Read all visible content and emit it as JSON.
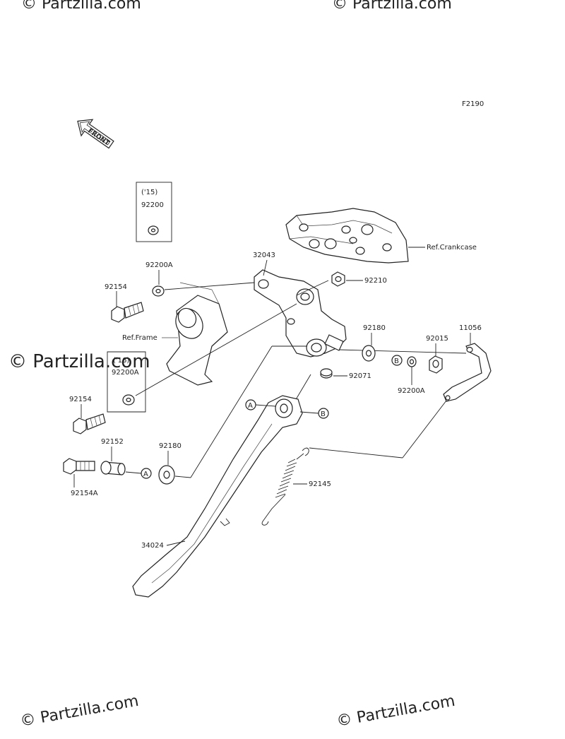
{
  "figure_code": "F2190",
  "front_label": "FRONT",
  "watermark_text": "Partzilla.com",
  "watermark_prefix": "©",
  "ref_crankcase": "Ref.Crankcase",
  "ref_frame": "Ref.Frame",
  "year_box_15": {
    "year": "('15)",
    "part": "92200"
  },
  "year_box_16": {
    "year": "('16)",
    "part": "92200A"
  },
  "callouts": {
    "c32043": "32043",
    "c92200A_top": "92200A",
    "c92154_top": "92154",
    "c92210": "92210",
    "c92180_right": "92180",
    "c11056": "11056",
    "c92015": "92015",
    "c92200A_right": "92200A",
    "c92071": "92071",
    "c92154_mid": "92154",
    "c92152": "92152",
    "c92180_left": "92180",
    "c92154A": "92154A",
    "c92145": "92145",
    "c34024": "34024"
  },
  "markers": {
    "a": "A",
    "b": "B"
  }
}
